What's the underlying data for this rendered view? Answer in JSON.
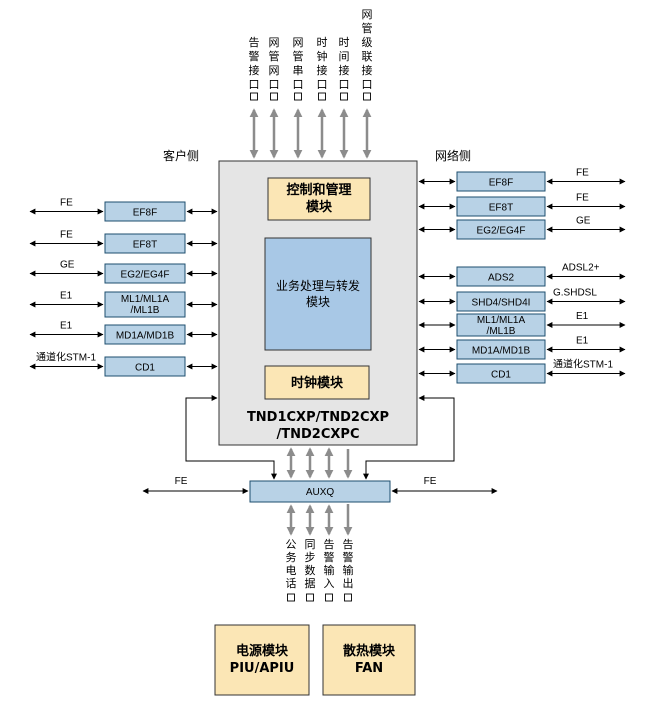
{
  "labels": {
    "client_side": "客户侧",
    "network_side": "网络侧"
  },
  "top_ports": [
    "告警接口",
    "网管网口",
    "网管串口",
    "时钟接口",
    "时间接口",
    "网管级联接口"
  ],
  "bottom_ports": [
    "公务电话",
    "同步数据",
    "告警输入",
    "告警输出"
  ],
  "chassis": {
    "control_module": [
      "控制和管理",
      "模块"
    ],
    "service_module": [
      "业务处理与转发",
      "模块"
    ],
    "clock_module": "时钟模块",
    "model_line1": "TND1CXP/TND2CXP",
    "model_line2": "/TND2CXPC"
  },
  "left_boards": [
    {
      "name": "EF8F",
      "signal": "FE"
    },
    {
      "name": "EF8T",
      "signal": "FE"
    },
    {
      "name": "EG2/EG4F",
      "signal": "GE"
    },
    {
      "name": "ML1/ML1A /ML1B",
      "signal": "E1"
    },
    {
      "name": "MD1A/MD1B",
      "signal": "E1"
    },
    {
      "name": "CD1",
      "signal": "通道化STM-1"
    }
  ],
  "right_boards": [
    {
      "name": "EF8F",
      "signal": "FE"
    },
    {
      "name": "EF8T",
      "signal": "FE"
    },
    {
      "name": "EG2/EG4F",
      "signal": "GE"
    },
    {
      "name": "ADS2",
      "signal": "ADSL2+"
    },
    {
      "name": "SHD4/SHD4I",
      "signal": "G.SHDSL"
    },
    {
      "name": "ML1/ML1A /ML1B",
      "signal": "E1"
    },
    {
      "name": "MD1A/MD1B",
      "signal": "E1"
    },
    {
      "name": "CD1",
      "signal": "通道化STM-1"
    }
  ],
  "auxq": {
    "name": "AUXQ",
    "left_signal": "FE",
    "right_signal": "FE"
  },
  "power": {
    "line1": "电源模块",
    "line2": "PIU/APIU"
  },
  "fan": {
    "line1": "散热模块",
    "line2": "FAN"
  },
  "colors": {
    "board_fill": "#b8d2e6",
    "module_fill": "#fbe6b5",
    "chassis_fill": "#e5e5e5"
  }
}
